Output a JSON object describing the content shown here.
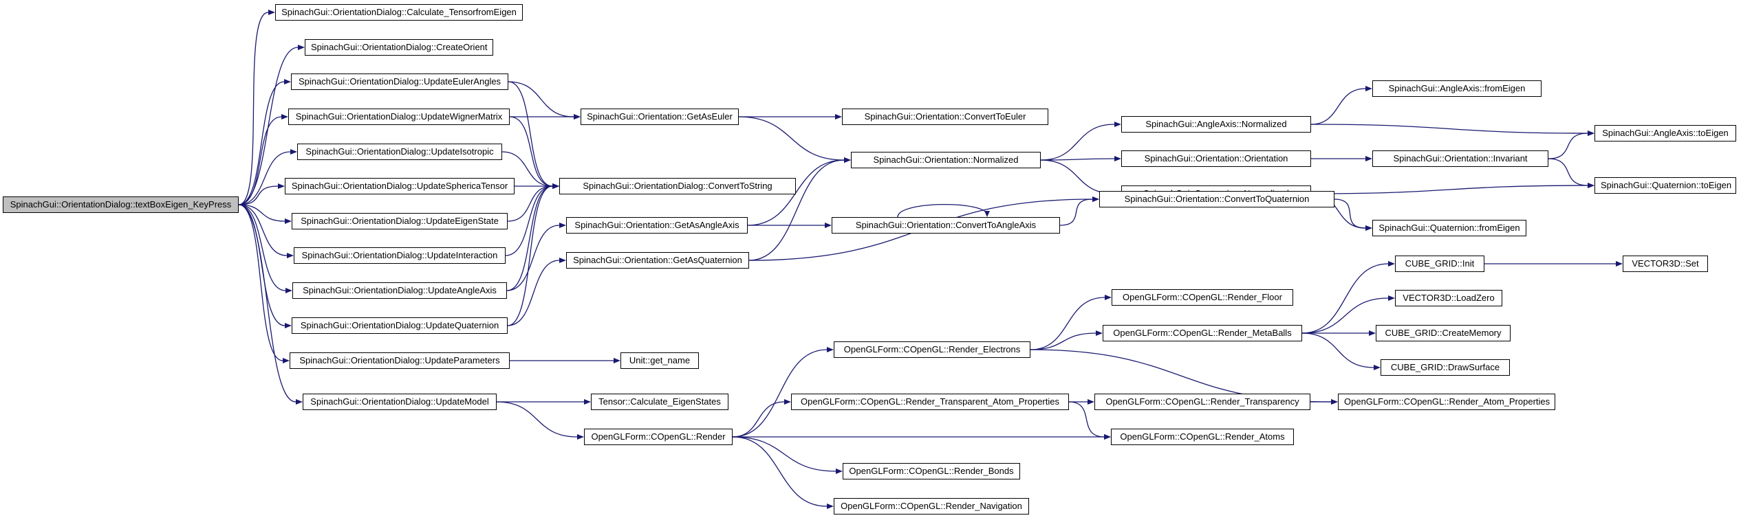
{
  "colors": {
    "edge": "#191970",
    "node_border": "#000000",
    "root_fill": "#bfbfbf"
  },
  "nodes": {
    "root": "SpinachGui::OrientationDialog::textBoxEigen_KeyPress",
    "calc_tensor": "SpinachGui::OrientationDialog::Calculate_TensorfromEigen",
    "create_orient": "SpinachGui::OrientationDialog::CreateOrient",
    "upd_euler": "SpinachGui::OrientationDialog::UpdateEulerAngles",
    "upd_wigner": "SpinachGui::OrientationDialog::UpdateWignerMatrix",
    "upd_iso": "SpinachGui::OrientationDialog::UpdateIsotropic",
    "upd_sph": "SpinachGui::OrientationDialog::UpdateSphericaTensor",
    "upd_eigen": "SpinachGui::OrientationDialog::UpdateEigenState",
    "upd_inter": "SpinachGui::OrientationDialog::UpdateInteraction",
    "upd_angle": "SpinachGui::OrientationDialog::UpdateAngleAxis",
    "upd_quat": "SpinachGui::OrientationDialog::UpdateQuaternion",
    "upd_params": "SpinachGui::OrientationDialog::UpdateParameters",
    "upd_model": "SpinachGui::OrientationDialog::UpdateModel",
    "convert_to_string": "SpinachGui::OrientationDialog::ConvertToString",
    "get_as_euler": "SpinachGui::Orientation::GetAsEuler",
    "get_as_angleaxis": "SpinachGui::Orientation::GetAsAngleAxis",
    "get_as_quat": "SpinachGui::Orientation::GetAsQuaternion",
    "unit_get_name": "Unit::get_name",
    "tensor_calc": "Tensor::Calculate_EigenStates",
    "ogl_render": "OpenGLForm::COpenGL::Render",
    "convert_to_euler": "SpinachGui::Orientation::ConvertToEuler",
    "orient_normalized": "SpinachGui::Orientation::Normalized",
    "convert_to_angleaxis": "SpinachGui::Orientation::ConvertToAngleAxis",
    "render_electrons": "OpenGLForm::COpenGL::Render_Electrons",
    "render_transp_props": "OpenGLForm::COpenGL::Render_Transparent_Atom_Properties",
    "render_bonds": "OpenGLForm::COpenGL::Render_Bonds",
    "render_navigation": "OpenGLForm::COpenGL::Render_Navigation",
    "aa_normalized": "SpinachGui::AngleAxis::Normalized",
    "orient_orientation": "SpinachGui::Orientation::Orientation",
    "quat_normalized": "SpinachGui::Quaternion::Normalized",
    "convert_to_quat": "SpinachGui::Orientation::ConvertToQuaternion",
    "render_floor": "OpenGLForm::COpenGL::Render_Floor",
    "render_metaballs": "OpenGLForm::COpenGL::Render_MetaBalls",
    "render_transparency": "OpenGLForm::COpenGL::Render_Transparency",
    "render_atoms": "OpenGLForm::COpenGL::Render_Atoms",
    "aa_from_eigen": "SpinachGui::AngleAxis::fromEigen",
    "orient_invariant": "SpinachGui::Orientation::Invariant",
    "quat_from_eigen": "SpinachGui::Quaternion::fromEigen",
    "cube_init": "CUBE_GRID::Init",
    "vec_loadzero": "VECTOR3D::LoadZero",
    "cube_creatememory": "CUBE_GRID::CreateMemory",
    "cube_drawsurface": "CUBE_GRID::DrawSurface",
    "render_atom_props": "OpenGLForm::COpenGL::Render_Atom_Properties",
    "aa_to_eigen": "SpinachGui::AngleAxis::toEigen",
    "quat_to_eigen": "SpinachGui::Quaternion::toEigen",
    "vec_set": "VECTOR3D::Set"
  },
  "edges": [
    [
      "root",
      "calc_tensor"
    ],
    [
      "root",
      "create_orient"
    ],
    [
      "root",
      "upd_euler"
    ],
    [
      "root",
      "upd_wigner"
    ],
    [
      "root",
      "upd_iso"
    ],
    [
      "root",
      "upd_sph"
    ],
    [
      "root",
      "upd_eigen"
    ],
    [
      "root",
      "upd_inter"
    ],
    [
      "root",
      "upd_angle"
    ],
    [
      "root",
      "upd_quat"
    ],
    [
      "root",
      "upd_params"
    ],
    [
      "root",
      "upd_model"
    ],
    [
      "upd_euler",
      "get_as_euler"
    ],
    [
      "upd_euler",
      "convert_to_string"
    ],
    [
      "upd_wigner",
      "get_as_euler"
    ],
    [
      "upd_wigner",
      "convert_to_string"
    ],
    [
      "upd_iso",
      "convert_to_string"
    ],
    [
      "upd_sph",
      "convert_to_string"
    ],
    [
      "upd_eigen",
      "convert_to_string"
    ],
    [
      "upd_inter",
      "convert_to_string"
    ],
    [
      "upd_angle",
      "convert_to_string"
    ],
    [
      "upd_angle",
      "get_as_angleaxis"
    ],
    [
      "upd_quat",
      "convert_to_string"
    ],
    [
      "upd_quat",
      "get_as_quat"
    ],
    [
      "upd_params",
      "unit_get_name"
    ],
    [
      "upd_model",
      "tensor_calc"
    ],
    [
      "upd_model",
      "ogl_render"
    ],
    [
      "get_as_euler",
      "convert_to_euler"
    ],
    [
      "get_as_euler",
      "orient_normalized"
    ],
    [
      "get_as_angleaxis",
      "orient_normalized"
    ],
    [
      "get_as_angleaxis",
      "convert_to_angleaxis"
    ],
    [
      "get_as_quat",
      "orient_normalized"
    ],
    [
      "get_as_quat",
      "convert_to_quat"
    ],
    [
      "convert_to_angleaxis",
      "convert_to_angleaxis"
    ],
    [
      "convert_to_angleaxis",
      "convert_to_quat"
    ],
    [
      "orient_normalized",
      "aa_normalized"
    ],
    [
      "orient_normalized",
      "orient_orientation"
    ],
    [
      "orient_normalized",
      "quat_normalized"
    ],
    [
      "aa_normalized",
      "aa_from_eigen"
    ],
    [
      "aa_normalized",
      "aa_to_eigen"
    ],
    [
      "orient_orientation",
      "orient_invariant"
    ],
    [
      "orient_invariant",
      "aa_to_eigen"
    ],
    [
      "orient_invariant",
      "quat_to_eigen"
    ],
    [
      "quat_normalized",
      "quat_to_eigen"
    ],
    [
      "quat_normalized",
      "quat_from_eigen"
    ],
    [
      "convert_to_quat",
      "quat_from_eigen"
    ],
    [
      "ogl_render",
      "render_electrons"
    ],
    [
      "ogl_render",
      "render_transp_props"
    ],
    [
      "ogl_render",
      "render_atoms"
    ],
    [
      "ogl_render",
      "render_bonds"
    ],
    [
      "ogl_render",
      "render_navigation"
    ],
    [
      "render_electrons",
      "render_floor"
    ],
    [
      "render_electrons",
      "render_metaballs"
    ],
    [
      "render_electrons",
      "render_atom_props"
    ],
    [
      "render_transp_props",
      "render_transparency"
    ],
    [
      "render_transp_props",
      "render_atoms"
    ],
    [
      "render_transparency",
      "render_atom_props"
    ],
    [
      "render_metaballs",
      "cube_init"
    ],
    [
      "render_metaballs",
      "vec_loadzero"
    ],
    [
      "render_metaballs",
      "cube_creatememory"
    ],
    [
      "render_metaballs",
      "cube_drawsurface"
    ],
    [
      "cube_init",
      "vec_set"
    ]
  ]
}
